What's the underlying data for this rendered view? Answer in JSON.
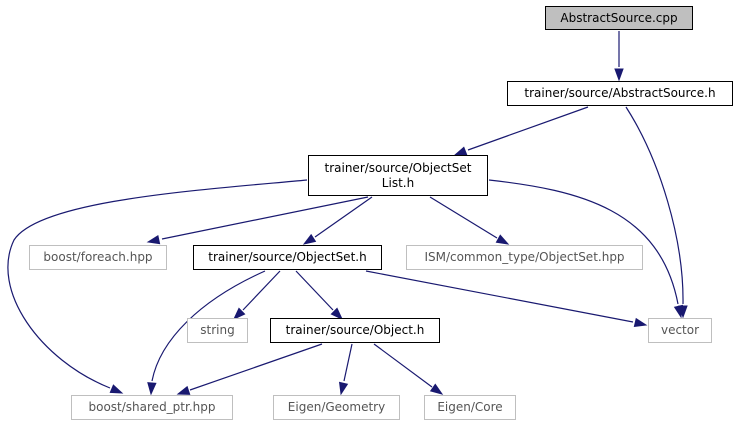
{
  "diagram": {
    "nodes": {
      "abstract_source_cpp": {
        "label": "AbstractSource.cpp",
        "kind": "current"
      },
      "abstract_source_h": {
        "label": "trainer/source/AbstractSource.h",
        "kind": "local"
      },
      "object_set_list_h": {
        "label_line1": "trainer/source/ObjectSet",
        "label_line2": "List.h",
        "kind": "local"
      },
      "boost_foreach": {
        "label": "boost/foreach.hpp",
        "kind": "external"
      },
      "object_set_h": {
        "label": "trainer/source/ObjectSet.h",
        "kind": "local"
      },
      "ism_object_set": {
        "label": "ISM/common_type/ObjectSet.hpp",
        "kind": "external"
      },
      "string": {
        "label": "string",
        "kind": "external"
      },
      "object_h": {
        "label": "trainer/source/Object.h",
        "kind": "local"
      },
      "vector": {
        "label": "vector",
        "kind": "external"
      },
      "boost_shared_ptr": {
        "label": "boost/shared_ptr.hpp",
        "kind": "external"
      },
      "eigen_geometry": {
        "label": "Eigen/Geometry",
        "kind": "external"
      },
      "eigen_core": {
        "label": "Eigen/Core",
        "kind": "external"
      }
    },
    "colors": {
      "edge": "#191970",
      "external_border": "#bfbfbf",
      "current_fill": "#bfbfbf"
    }
  }
}
